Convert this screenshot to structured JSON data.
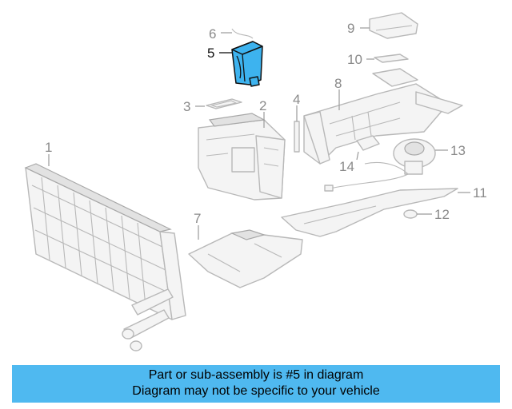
{
  "diagram": {
    "highlight_part": "5",
    "callouts": [
      "1",
      "2",
      "3",
      "4",
      "5",
      "6",
      "7",
      "8",
      "9",
      "10",
      "11",
      "12",
      "13",
      "14"
    ]
  },
  "banner": {
    "line1": "Part or sub-assembly is #5 in diagram",
    "line2": "Diagram may not be specific to your vehicle",
    "color": "#4fb9f0"
  },
  "colors": {
    "highlight": "#3db3ef",
    "line_art": "#b8b8b8"
  }
}
